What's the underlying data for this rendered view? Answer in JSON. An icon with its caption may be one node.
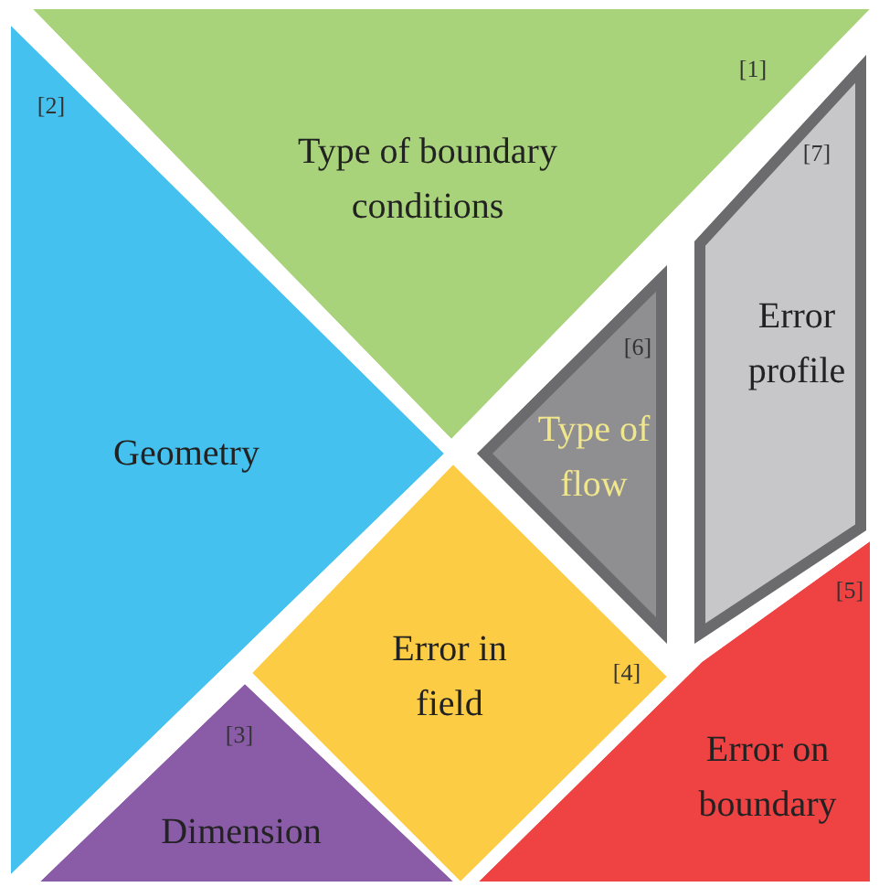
{
  "diagram": {
    "nodes": [
      {
        "text": [
          "[1]",
          "Type of boundary conditions"
        ]
      },
      {
        "text": [
          "[2]",
          "Geometry"
        ]
      },
      {
        "text": [
          "[7]",
          "Error profile"
        ]
      },
      {
        "text": [
          "[6]",
          "Type of flow"
        ]
      },
      {
        "text": [
          "Error in field",
          "[4]"
        ]
      },
      {
        "text": [
          "[5]",
          "Error on boundary"
        ]
      },
      {
        "text": [
          "[3]",
          "Dimension"
        ]
      }
    ]
  }
}
